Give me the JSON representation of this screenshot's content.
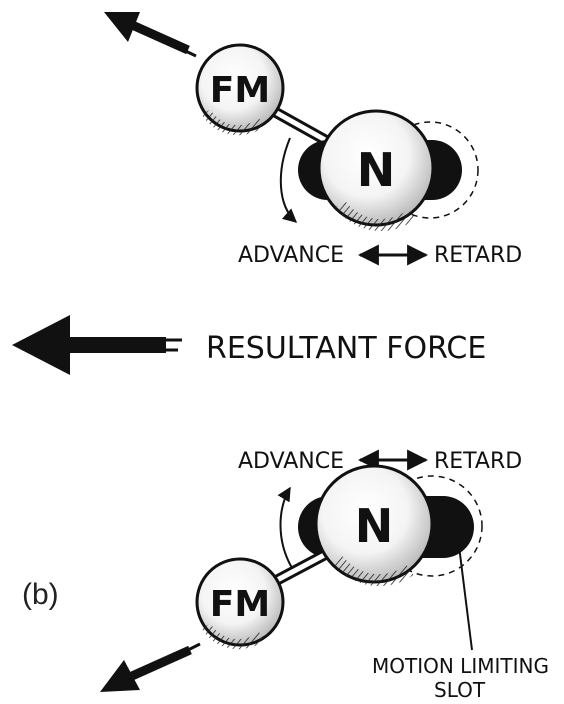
{
  "top_panel": {
    "outer_ball_label": "FM",
    "inner_ball_label": "N",
    "advance_label": "ADVANCE",
    "retard_label": "RETARD"
  },
  "resultant": {
    "label": "RESULTANT FORCE"
  },
  "bottom_panel": {
    "panel_label": "(b)",
    "outer_ball_label": "FM",
    "inner_ball_label": "N",
    "advance_label": "ADVANCE",
    "retard_label": "RETARD",
    "slot_label_line1": "MOTION LIMITING",
    "slot_label_line2": "SLOT"
  },
  "colors": {
    "ink": "#111111",
    "paper": "#ffffff"
  }
}
